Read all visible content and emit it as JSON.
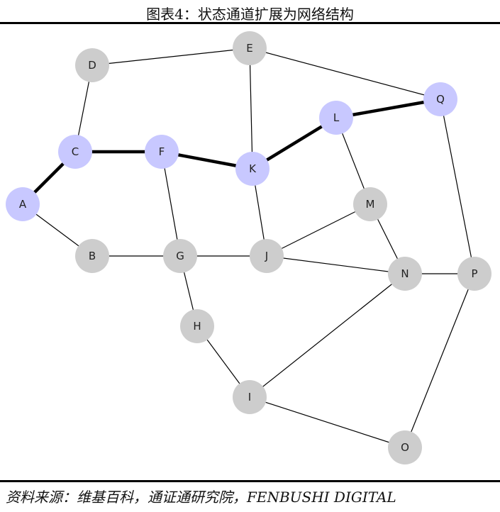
{
  "title": "图表4：状态通道扩展为网络结构",
  "source": "资料来源：维基百科，通证通研究院，FENBUSHI DIGITAL",
  "colors": {
    "node_default": "#cdcdcd",
    "node_highlight": "#c8c8ff",
    "edge": "#000000"
  },
  "nodes": [
    {
      "id": "A",
      "label": "A",
      "highlight": true
    },
    {
      "id": "B",
      "label": "B",
      "highlight": false
    },
    {
      "id": "C",
      "label": "C",
      "highlight": true
    },
    {
      "id": "D",
      "label": "D",
      "highlight": false
    },
    {
      "id": "E",
      "label": "E",
      "highlight": false
    },
    {
      "id": "F",
      "label": "F",
      "highlight": true
    },
    {
      "id": "G",
      "label": "G",
      "highlight": false
    },
    {
      "id": "H",
      "label": "H",
      "highlight": false
    },
    {
      "id": "I",
      "label": "I",
      "highlight": false
    },
    {
      "id": "J",
      "label": "J",
      "highlight": false
    },
    {
      "id": "K",
      "label": "K",
      "highlight": true
    },
    {
      "id": "L",
      "label": "L",
      "highlight": true
    },
    {
      "id": "M",
      "label": "M",
      "highlight": false
    },
    {
      "id": "N",
      "label": "N",
      "highlight": false
    },
    {
      "id": "O",
      "label": "O",
      "highlight": false
    },
    {
      "id": "P",
      "label": "P",
      "highlight": false
    },
    {
      "id": "Q",
      "label": "Q",
      "highlight": true
    }
  ],
  "edges": [
    {
      "from": "A",
      "to": "C",
      "highlight": true
    },
    {
      "from": "C",
      "to": "F",
      "highlight": true
    },
    {
      "from": "F",
      "to": "K",
      "highlight": true
    },
    {
      "from": "K",
      "to": "L",
      "highlight": true
    },
    {
      "from": "L",
      "to": "Q",
      "highlight": true
    },
    {
      "from": "A",
      "to": "B",
      "highlight": false
    },
    {
      "from": "B",
      "to": "G",
      "highlight": false
    },
    {
      "from": "C",
      "to": "D",
      "highlight": false
    },
    {
      "from": "D",
      "to": "E",
      "highlight": false
    },
    {
      "from": "E",
      "to": "K",
      "highlight": false
    },
    {
      "from": "E",
      "to": "Q",
      "highlight": false
    },
    {
      "from": "F",
      "to": "G",
      "highlight": false
    },
    {
      "from": "G",
      "to": "J",
      "highlight": false
    },
    {
      "from": "G",
      "to": "H",
      "highlight": false
    },
    {
      "from": "H",
      "to": "I",
      "highlight": false
    },
    {
      "from": "K",
      "to": "J",
      "highlight": false
    },
    {
      "from": "L",
      "to": "M",
      "highlight": false
    },
    {
      "from": "J",
      "to": "M",
      "highlight": false
    },
    {
      "from": "J",
      "to": "N",
      "highlight": false
    },
    {
      "from": "M",
      "to": "N",
      "highlight": false
    },
    {
      "from": "N",
      "to": "P",
      "highlight": false
    },
    {
      "from": "Q",
      "to": "P",
      "highlight": false
    },
    {
      "from": "N",
      "to": "I",
      "highlight": false
    },
    {
      "from": "I",
      "to": "O",
      "highlight": false
    },
    {
      "from": "P",
      "to": "O",
      "highlight": false
    }
  ]
}
